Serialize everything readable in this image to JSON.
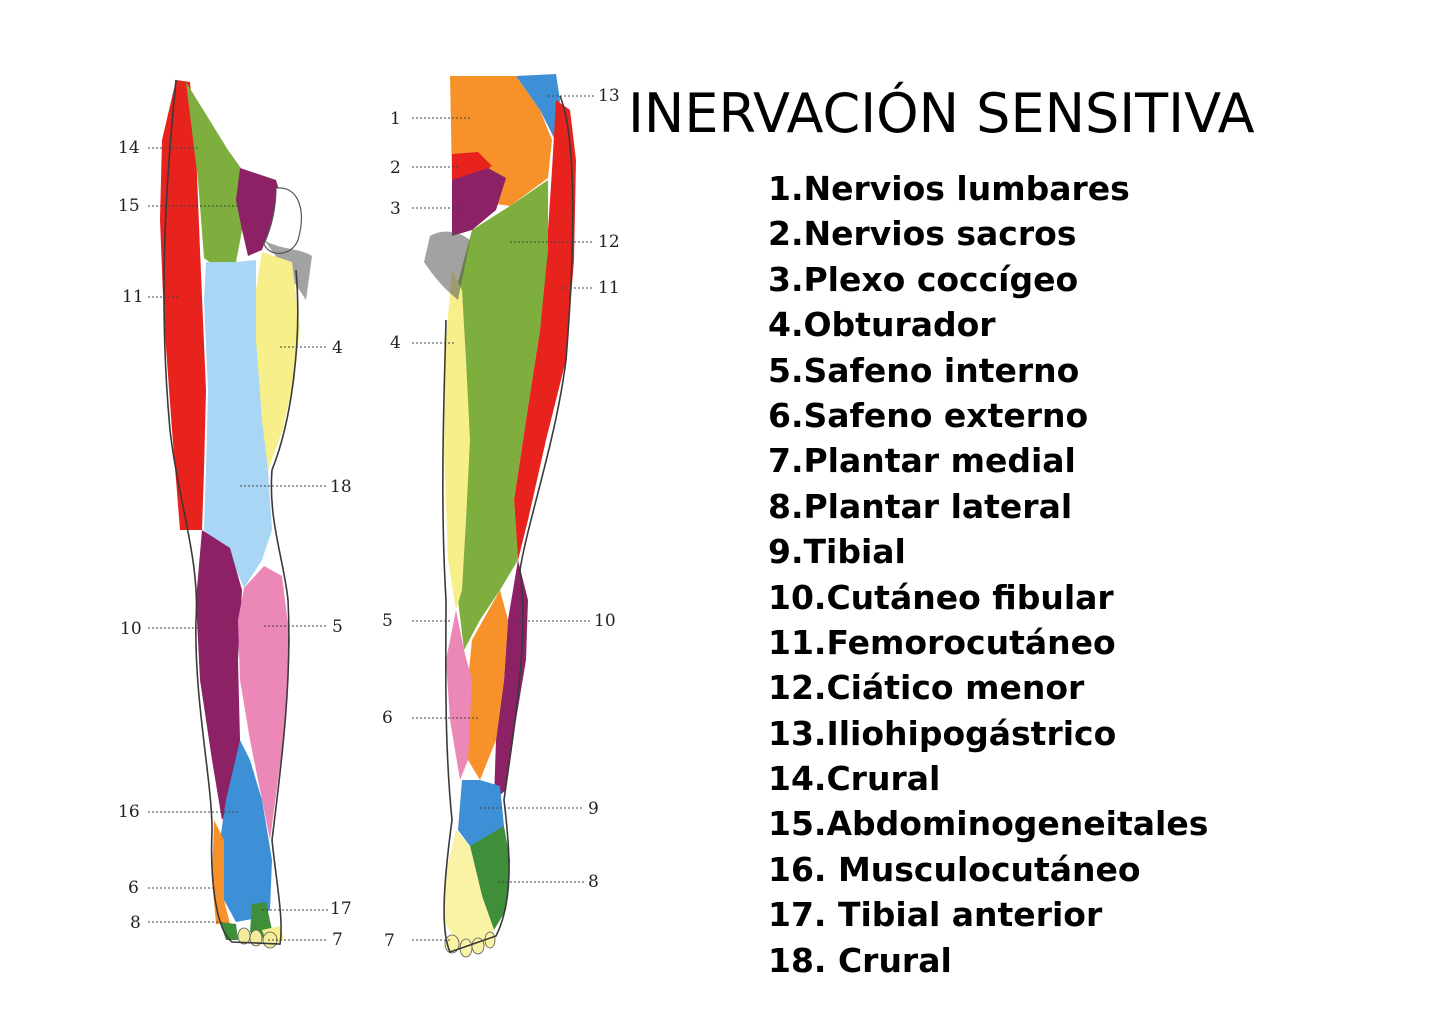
{
  "title": "INERVACIÓN SENSITIVA",
  "legend": [
    "1.Nervios lumbares",
    "2.Nervios sacros",
    "3.Plexo coccígeo",
    "4.Obturador",
    "5.Safeno interno",
    "6.Safeno externo",
    "7.Plantar medial",
    "8.Plantar lateral",
    "9.Tibial",
    "10.Cutáneo fibular",
    "11.Femorocutáneo",
    "12.Ciático menor",
    "13.Iliohipogástrico",
    "14.Crural",
    "15.Abdominogeneitales",
    "16. Musculocutáneo",
    "17. Tibial anterior",
    "18. Crural"
  ],
  "front_leg_labels": [
    "14",
    "15",
    "11",
    "4",
    "18",
    "10",
    "5",
    "16",
    "6",
    "17",
    "8",
    "7"
  ],
  "back_leg_labels": [
    "1",
    "13",
    "2",
    "3",
    "12",
    "11",
    "4",
    "5",
    "10",
    "6",
    "9",
    "8",
    "7"
  ],
  "colors": {
    "red": "#e8231e",
    "green": "#7dae3e",
    "purple": "#8c2166",
    "light_blue": "#a8d6f4",
    "yellow": "#f7ef8a",
    "pink": "#ec88b8",
    "blue": "#3d8fd6",
    "orange": "#f7922a",
    "dark_green": "#3f8f3a",
    "light_yellow": "#faf3a6"
  }
}
